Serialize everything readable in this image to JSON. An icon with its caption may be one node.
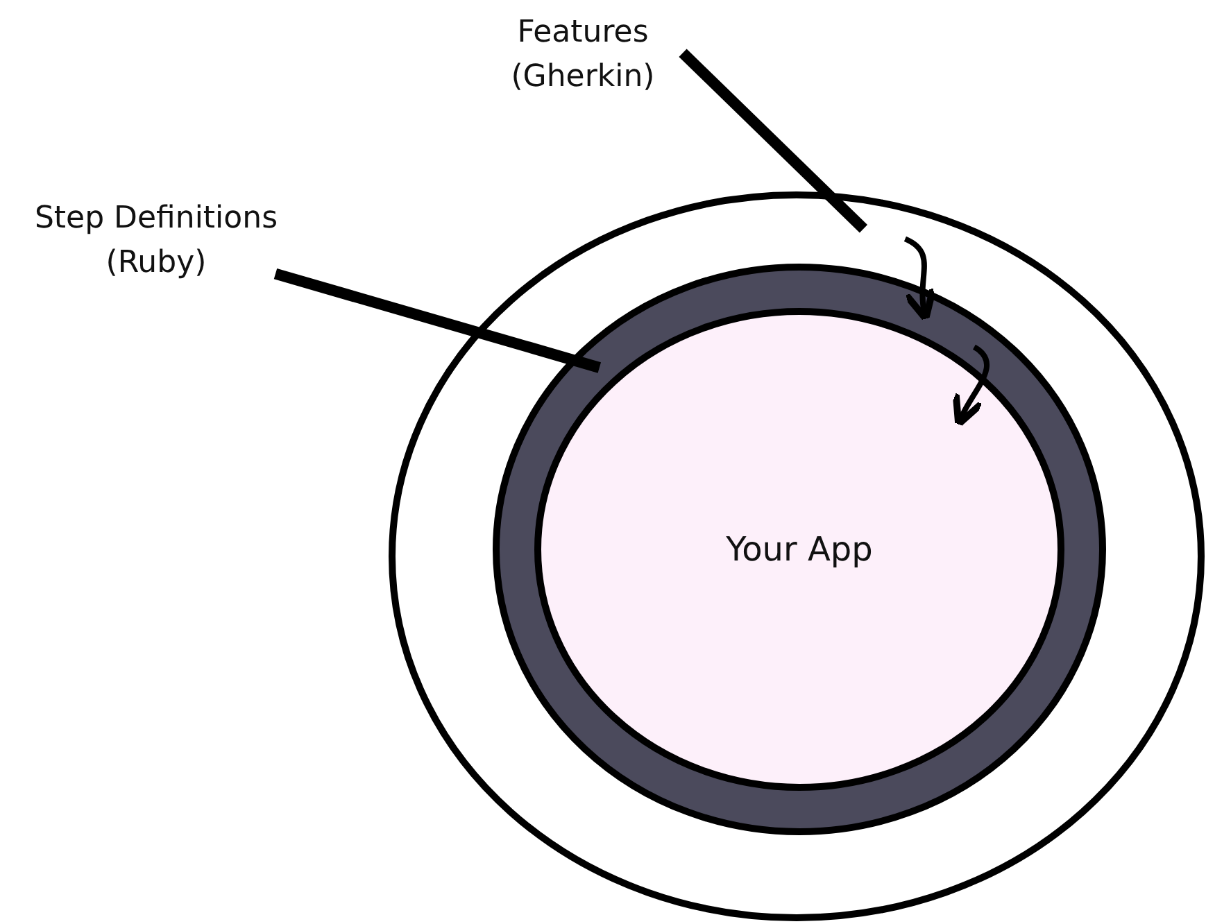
{
  "diagram": {
    "nodes": [
      {
        "text": [
          "Features (Gherkin)"
        ]
      },
      {
        "text": [
          "Step Definitions (Ruby)"
        ]
      },
      {
        "text": [],
        "shape": "circle"
      },
      {
        "text": [],
        "shape": "circle",
        "in": 2
      },
      {
        "text": [
          "Your App"
        ],
        "in": 3
      }
    ],
    "edges": [
      {
        "from": 0,
        "to": 2,
        "arrow": "none",
        "style": "thick"
      },
      {
        "from": 1,
        "to": 3,
        "arrow": "none",
        "style": "thick"
      },
      {
        "from": 2,
        "to": 3,
        "arrow": "to"
      },
      {
        "from": 3,
        "to": 4,
        "arrow": "to"
      }
    ]
  }
}
